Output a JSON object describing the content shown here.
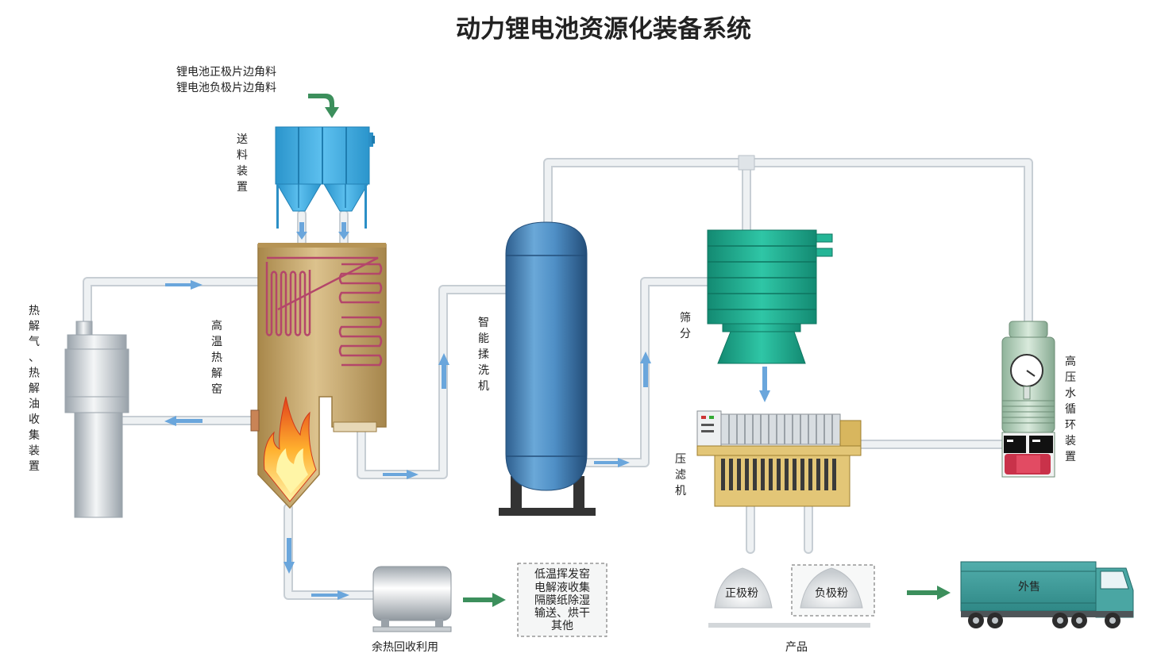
{
  "title": "动力锂电池资源化装备系统",
  "input_materials": [
    "锂电池正极片边角料",
    "锂电池负极片边角料"
  ],
  "labels": {
    "feeder": "送料装置",
    "kiln": "高温热解窑",
    "gas_collector": "热解气、热解油收集装置",
    "washer": "智能揉洗机",
    "screen": "筛分",
    "filter_press": "压滤机",
    "water_cycle": "高压水循环装置",
    "heat_recovery": "余热回收利用",
    "products": "产品",
    "positive_powder": "正极粉",
    "negative_powder": "负极粉",
    "sale": "外售"
  },
  "byproducts": [
    "低温挥发窑",
    "电解液收集",
    "隔膜纸除湿",
    "输送、烘干",
    "其他"
  ],
  "colors": {
    "pipe": "#e8ecef",
    "pipe_edge": "#c7ced4",
    "flow_arrow": "#6aa6dc",
    "green_arrow": "#3c8f5c",
    "feeder": "#38a7dd",
    "kiln": "#c9a968",
    "washer": "#3a7db5",
    "screen": "#1fa88c",
    "truck": "#3f9a98"
  }
}
